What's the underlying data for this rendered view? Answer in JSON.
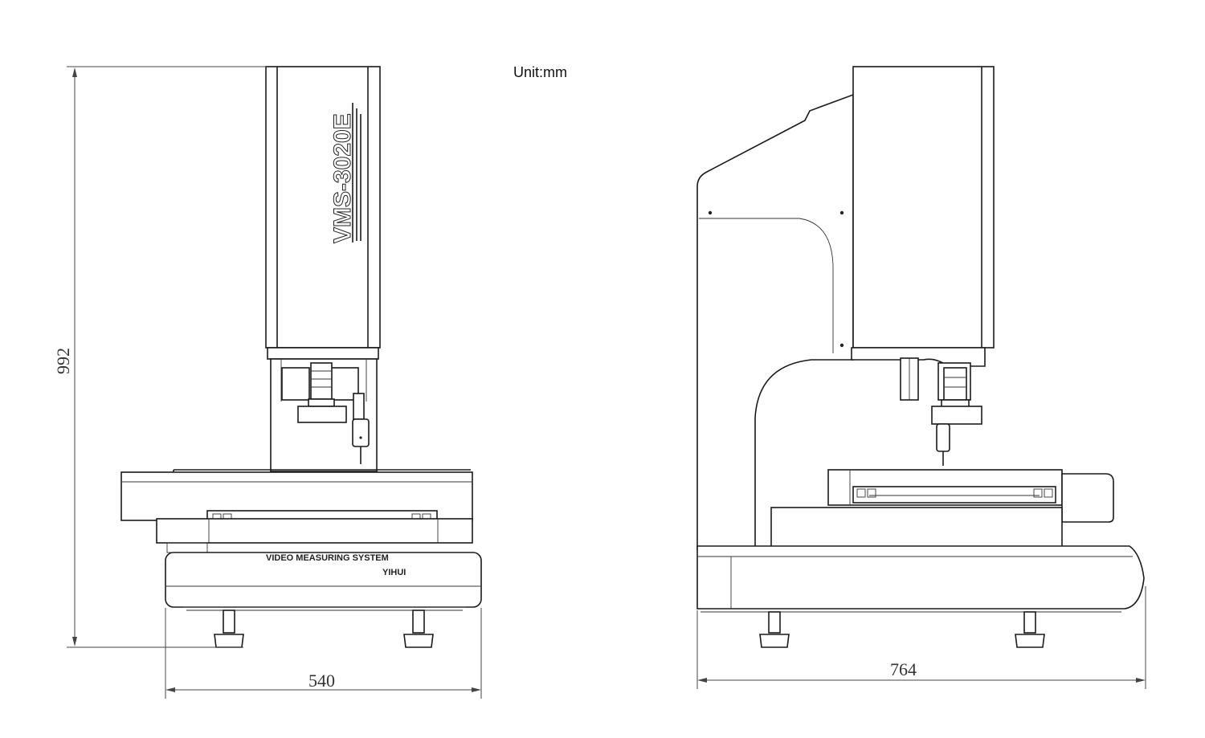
{
  "unit_label": "Unit:mm",
  "front_view": {
    "height_dim": "992",
    "width_dim": "540",
    "model_label": "VMS-3020E",
    "base_text_line1": "VIDEO MEASURING SYSTEM",
    "base_text_line2": "YIHUI"
  },
  "side_view": {
    "width_dim": "764"
  }
}
